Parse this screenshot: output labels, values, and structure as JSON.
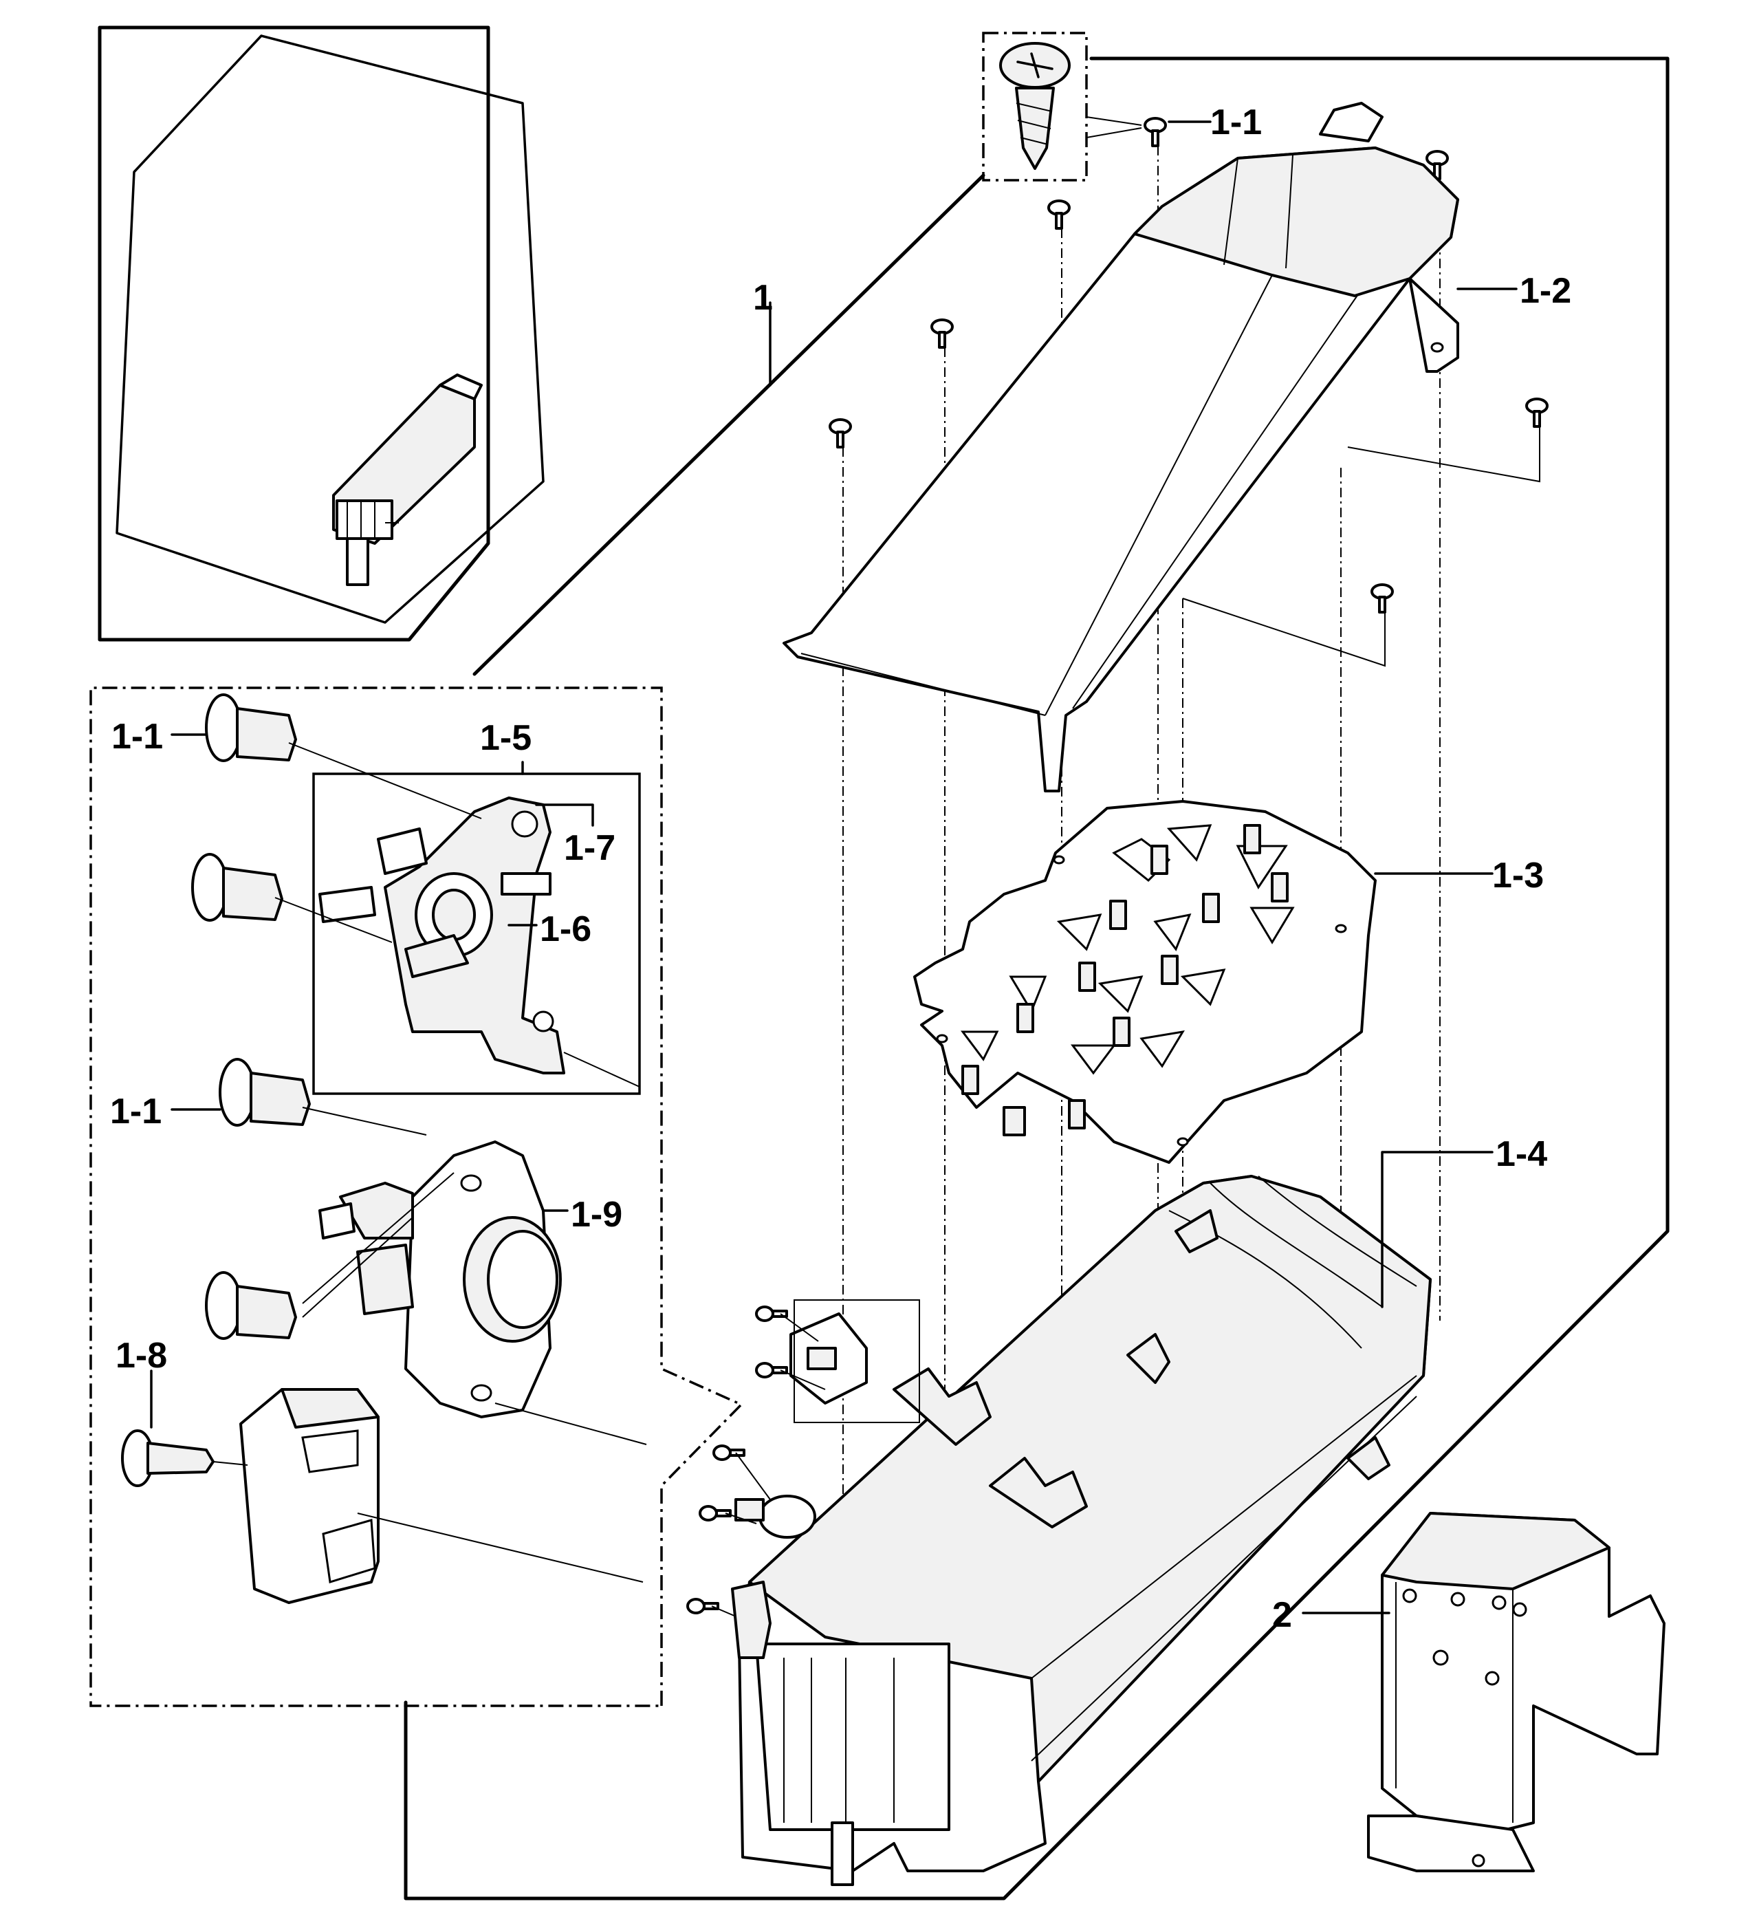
{
  "diagram": {
    "labels": {
      "assembly": "1",
      "screw_top": "1-1",
      "duct_cover": "1-2",
      "heater_coil": "1-3",
      "heater_housing": "1-4",
      "thermostat_assy": "1-5",
      "thermostat": "1-6",
      "bracket": "1-7",
      "terminal_screw": "1-8",
      "thermal_fuse": "1-9",
      "screw_detail_a": "1-1",
      "screw_detail_b": "1-1",
      "bracket_part": "2"
    }
  }
}
